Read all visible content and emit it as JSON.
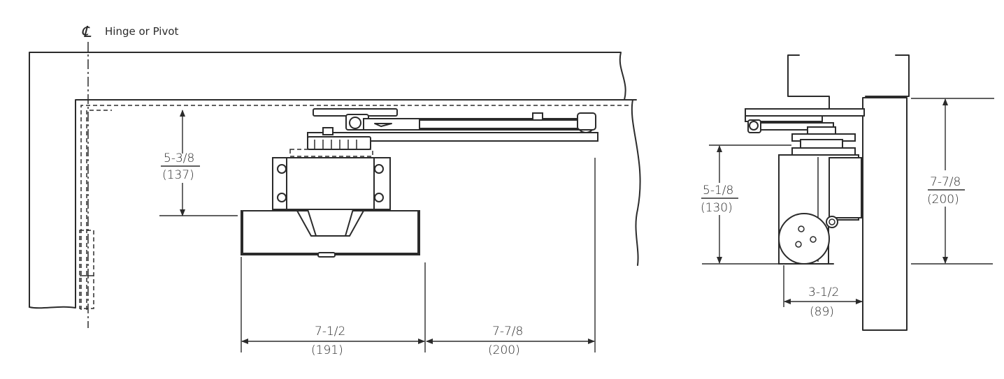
{
  "centerline": {
    "symbol": "℄",
    "label": "Hinge or Pivot"
  },
  "dimensions": {
    "front_depth": {
      "inch": "5-3/8",
      "mm": "(137)"
    },
    "body_length": {
      "inch": "7-1/2",
      "mm": "(191)"
    },
    "arm_offset": {
      "inch": "7-7/8",
      "mm": "(200)"
    },
    "side_depth": {
      "inch": "5-1/8",
      "mm": "(130)"
    },
    "side_height": {
      "inch": "7-7/8",
      "mm": "(200)"
    },
    "side_width": {
      "inch": "3-1/2",
      "mm": "(89)"
    }
  }
}
